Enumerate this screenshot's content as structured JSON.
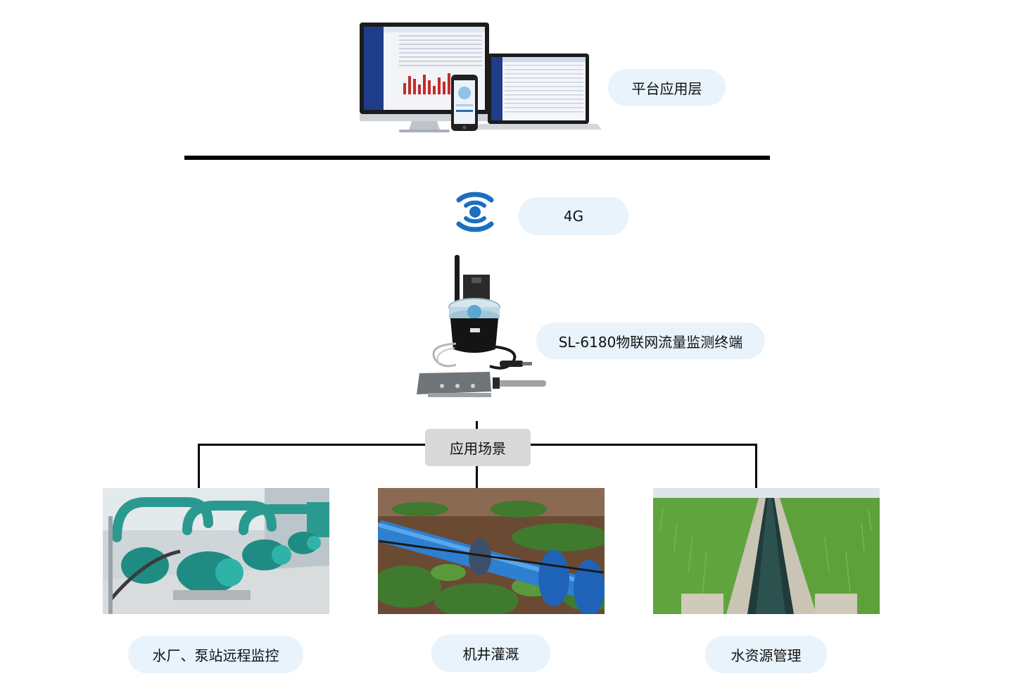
{
  "layers": {
    "platform_label": "平台应用层",
    "network_label": "4G",
    "terminal_label": "SL-6180物联网流量监测终端",
    "scenario_label": "应用场景"
  },
  "scenarios": [
    {
      "label": "水厂、泵站远程监控",
      "image": "pump-station-photo"
    },
    {
      "label": "机井灌溉",
      "image": "irrigation-pipe-photo"
    },
    {
      "label": "水资源管理",
      "image": "irrigation-canal-photo"
    }
  ],
  "icons": {
    "network": "wireless-signal-icon",
    "platform": "devices-icon",
    "terminal": "flow-monitor-device-icon"
  },
  "colors": {
    "pill_bg": "#e8f3fc",
    "scenario_bg": "#d9d9d9",
    "signal_blue": "#1a6fc0",
    "line": "#000000"
  }
}
